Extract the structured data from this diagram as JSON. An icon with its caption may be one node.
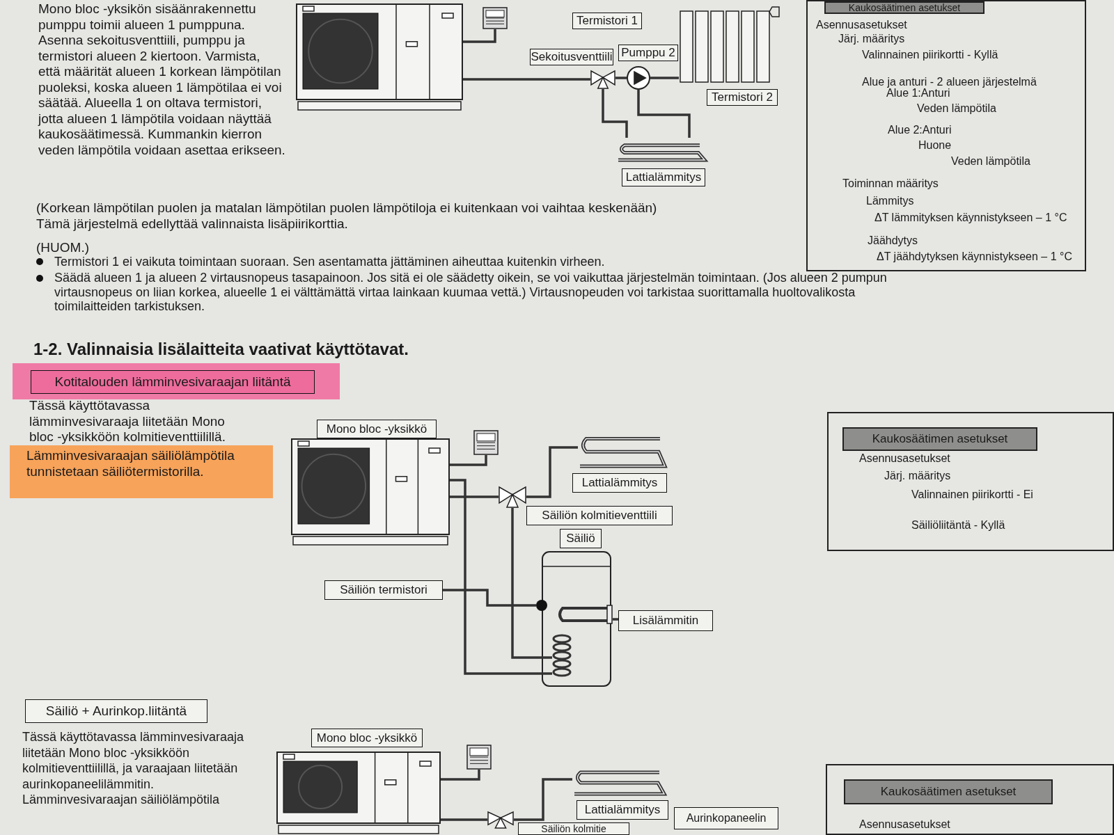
{
  "diagram": {
    "nodes": [
      {
        "text": [],
        "shape": "picture"
      },
      {
        "text": [],
        "shape": "picture"
      },
      {
        "text": [
          "Termistori 1"
        ]
      },
      {
        "text": [
          "Sekoitusventtiili"
        ]
      },
      {
        "text": [
          "Pumppu 2"
        ]
      },
      {
        "text": [],
        "shape": "picture"
      },
      {
        "text": [
          "Termistori 2"
        ]
      },
      {
        "text": [],
        "shape": "picture"
      },
      {
        "text": [],
        "shape": "picture"
      },
      {
        "text": [],
        "shape": "picture"
      },
      {
        "text": [
          "Lattialämmitys"
        ]
      },
      {
        "text": [
          "Asennusasetukset",
          "Järj. määritys",
          "Valinnainen piirikortti - Kyllä",
          "Alue ja anturi - 2 alueen järjestelmä",
          "Alue 1:Anturi",
          "Veden lämpötila",
          "Alue 2:Anturi",
          "Huone",
          "Veden lämpötila",
          "Toiminnan määritys",
          "Lämmitys",
          "ΔT lämmityksen käynnistykseen – 1 °C",
          "Jäähdytys",
          "ΔT jäähdytyksen käynnistykseen – 1 °C"
        ]
      },
      {
        "text": [
          "Kaukosäätimen asetukset"
        ],
        "in": 11
      },
      {
        "text": [
          "Kotitalouden lämminvesivaraajan liitäntä"
        ]
      },
      {
        "text": [
          "Mono bloc -yksikkö"
        ]
      },
      {
        "text": [],
        "shape": "picture"
      },
      {
        "text": [],
        "shape": "picture"
      },
      {
        "text": [],
        "shape": "picture"
      },
      {
        "text": [
          "Lattialämmitys"
        ]
      },
      {
        "text": [],
        "shape": "picture"
      },
      {
        "text": [
          "Säiliön kolmitieventtiili"
        ]
      },
      {
        "text": [
          "Säiliö"
        ]
      },
      {
        "text": [],
        "shape": "picture"
      },
      {
        "text": [
          "Säiliön termistori"
        ]
      },
      {
        "text": [],
        "shape": "circle"
      },
      {
        "text": [
          "Lisälämmitin"
        ]
      },
      {
        "text": [],
        "shape": "picture",
        "in": 22
      },
      {
        "text": [],
        "shape": "picture",
        "in": 22
      },
      {
        "text": [
          "Asennusasetukset",
          "Järj. määritys",
          "Valinnainen piirikortti - Ei",
          "Säiliöliitäntä - Kyllä"
        ]
      },
      {
        "text": [
          "Kaukosäätimen asetukset"
        ],
        "in": 28
      },
      {
        "text": [
          "Säiliö + Aurinkop.liitäntä"
        ]
      },
      {
        "text": [
          "Mono bloc -yksikkö"
        ]
      },
      {
        "text": [],
        "shape": "picture"
      },
      {
        "text": [],
        "shape": "picture"
      },
      {
        "text": [],
        "shape": "picture"
      },
      {
        "text": [
          "Lattialämmitys"
        ]
      },
      {
        "text": [],
        "shape": "picture"
      },
      {
        "text": [
          "Aurinkopaneelin"
        ]
      },
      {
        "text": [
          "Säiliön kolmitie"
        ]
      },
      {
        "text": [
          "Asennusasetukset"
        ]
      },
      {
        "text": [
          "Kaukosäätimen asetukset"
        ],
        "in": 39
      }
    ],
    "edges": [
      {
        "from": 0,
        "to": 1,
        "arrow": "none"
      },
      {
        "from": 0,
        "to": 7,
        "arrow": "none"
      },
      {
        "from": 7,
        "to": 8,
        "arrow": "none"
      },
      {
        "from": 8,
        "to": 5,
        "arrow": "none"
      },
      {
        "from": 7,
        "to": 9,
        "arrow": "none"
      },
      {
        "from": 8,
        "to": 9,
        "arrow": "none"
      },
      {
        "from": 15,
        "to": 16,
        "arrow": "none"
      },
      {
        "from": 15,
        "to": 19,
        "arrow": "none"
      },
      {
        "from": 19,
        "to": 17,
        "arrow": "none"
      },
      {
        "from": 19,
        "to": 27,
        "arrow": "none"
      },
      {
        "from": 15,
        "to": 27,
        "arrow": "none"
      },
      {
        "from": 23,
        "to": 24,
        "arrow": "none"
      },
      {
        "from": 25,
        "to": 26,
        "arrow": "none"
      },
      {
        "from": 32,
        "to": 33,
        "arrow": "none"
      },
      {
        "from": 32,
        "to": 36,
        "arrow": "none"
      },
      {
        "from": 36,
        "to": 34,
        "arrow": "none"
      }
    ],
    "labels": [
      "Mono bloc -yksikön sisäänrakennettu pumppu toimii alueen 1 pumppuna. Asenna sekoitusventtiili, pumppu ja termistori alueen 2 kiertoon. Varmista, että määrität alueen 1 korkean lämpötilan puoleksi, koska alueen 1 lämpötilaa ei voi säätää. Alueella 1 on oltava termistori, jotta alueen 1 lämpötila voidaan näyttää kaukosäätimessä. Kummankin kierron veden lämpötila voidaan asettaa erikseen.",
      "(Korkean lämpötilan puolen ja matalan lämpötilan puolen lämpötiloja ei kuitenkaan voi vaihtaa keskenään)",
      "Tämä järjestelmä edellyttää valinnaista lisäpiirikorttia.",
      "(HUOM.)",
      "Termistori 1 ei vaikuta toimintaan suoraan. Sen asentamatta jättäminen aiheuttaa kuitenkin virheen.",
      "Säädä alueen 1 ja alueen 2 virtausnopeus tasapainoon. Jos sitä ei ole säädetty oikein, se voi vaikuttaa järjestelmän toimintaan. (Jos alueen 2 pumpun virtausnopeus on liian korkea, alueelle 1 ei välttämättä virtaa lainkaan kuumaa vettä.) Virtausnopeuden voi tarkistaa suorittamalla huoltovalikosta toimilaitteiden tarkistuksen.",
      "1-2. Valinnaisia lisälaitteita vaativat käyttötavat.",
      "Tässä käyttötavassa lämminvesivaraaja liitetään Mono bloc -yksikköön kolmitieventtiilillä.",
      "Lämminvesivaraajan säiliölämpötila tunnistetaan säiliötermistorilla.",
      "Tässä käyttötavassa lämminvesivaraaja liitetään Mono bloc -yksikköön kolmitieventtiilillä, ja varaajaan liitetään aurinkopaneelilämmitin. Lämminvesivaraajan säiliölämpötila"
    ]
  }
}
